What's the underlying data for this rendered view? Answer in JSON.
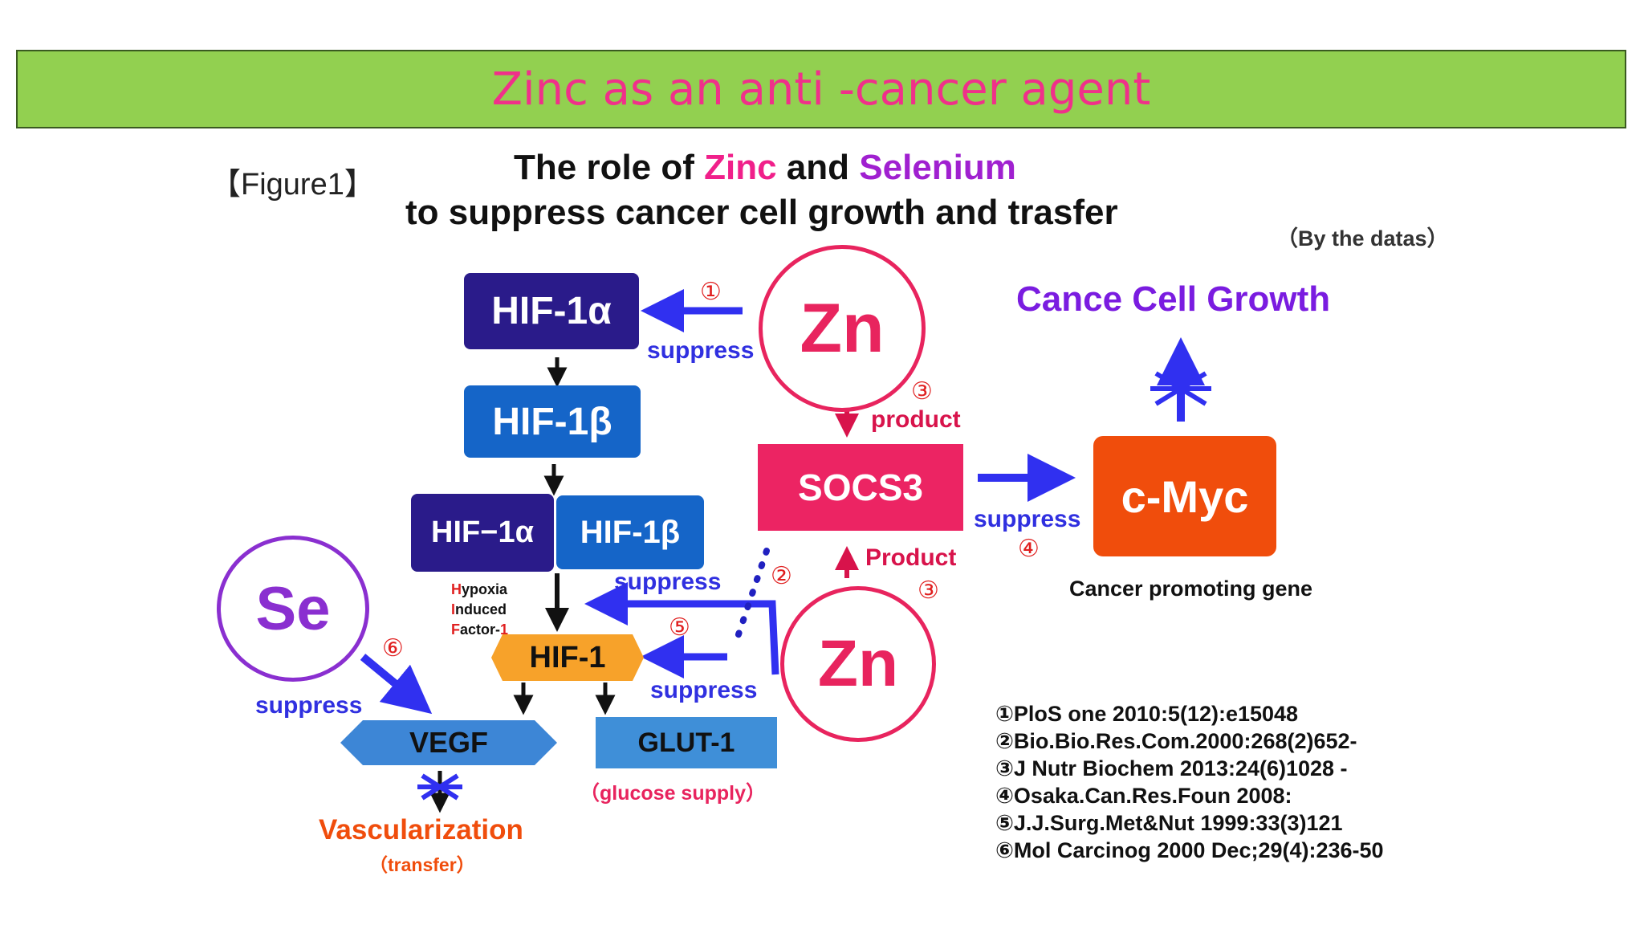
{
  "banner": {
    "title": "Zinc as an anti -cancer agent"
  },
  "figure": {
    "tag": "【Figure1】",
    "title_line1_a": "The role of ",
    "title_line1_zinc": "Zinc",
    "title_line1_and": " and ",
    "title_line1_selenium": "Selenium",
    "title_line2": "to suppress cancer cell growth and trasfer",
    "by_the_datas": "（By the datas）"
  },
  "nodes": {
    "hif1a": "HIF-1α",
    "hif1b": "HIF-1β",
    "hif1a_pair": "HIF−1α",
    "hif1b_pair": "HIF-1β",
    "hif1": "HIF-1",
    "vegf": "VEGF",
    "glut1": "GLUT-1",
    "socs3": "SOCS3",
    "cmyc": "c-Myc",
    "zn_top": "Zn",
    "zn_bottom": "Zn",
    "se": "Se"
  },
  "labels": {
    "suppress_1": "suppress",
    "suppress_2": "suppress",
    "suppress_5": "suppress",
    "suppress_4": "suppress",
    "suppress_6": "suppress",
    "product_3_top": "product",
    "product_3_bottom": "Product",
    "num1": "①",
    "num2": "②",
    "num3_top": "③",
    "num3_bottom": "③",
    "num4": "④",
    "num5": "⑤",
    "num6": "⑥",
    "hypoxia_h": "H",
    "hypoxia_rest": "ypoxia",
    "induced_i": "I",
    "induced_rest": "nduced",
    "factor_f": "F",
    "factor_rest": "actor-",
    "factor_1": "1",
    "cance_cell_growth": "Cance Cell Growth",
    "cancer_promoting_gene": "Cancer promoting gene",
    "glucose_supply": "（glucose supply）",
    "vascularization": "Vascularization",
    "transfer": "（transfer）"
  },
  "references": [
    "①PloS one 2010:5(12):e15048",
    "②Bio.Bio.Res.Com.2000:268(2)652-",
    "③J Nutr Biochem 2013:24(6)1028 -",
    "④Osaka.Can.Res.Foun 2008:",
    "⑤J.J.Surg.Met&Nut 1999:33(3)121",
    "⑥Mol Carcinog 2000 Dec;29(4):236-50"
  ],
  "colors": {
    "banner_bg": "#92d050",
    "banner_text": "#f0308a",
    "navy": "#2a1b8a",
    "blue_box": "#1565c8",
    "orange": "#f7a22a",
    "vegf": "#3d86d6",
    "glut": "#3f8fd8",
    "socs3": "#ec2463",
    "cmyc": "#f04d0c",
    "zn_ring": "#e8245e",
    "se_ring": "#8a2fd0",
    "arrow_blue": "#3030f0"
  }
}
